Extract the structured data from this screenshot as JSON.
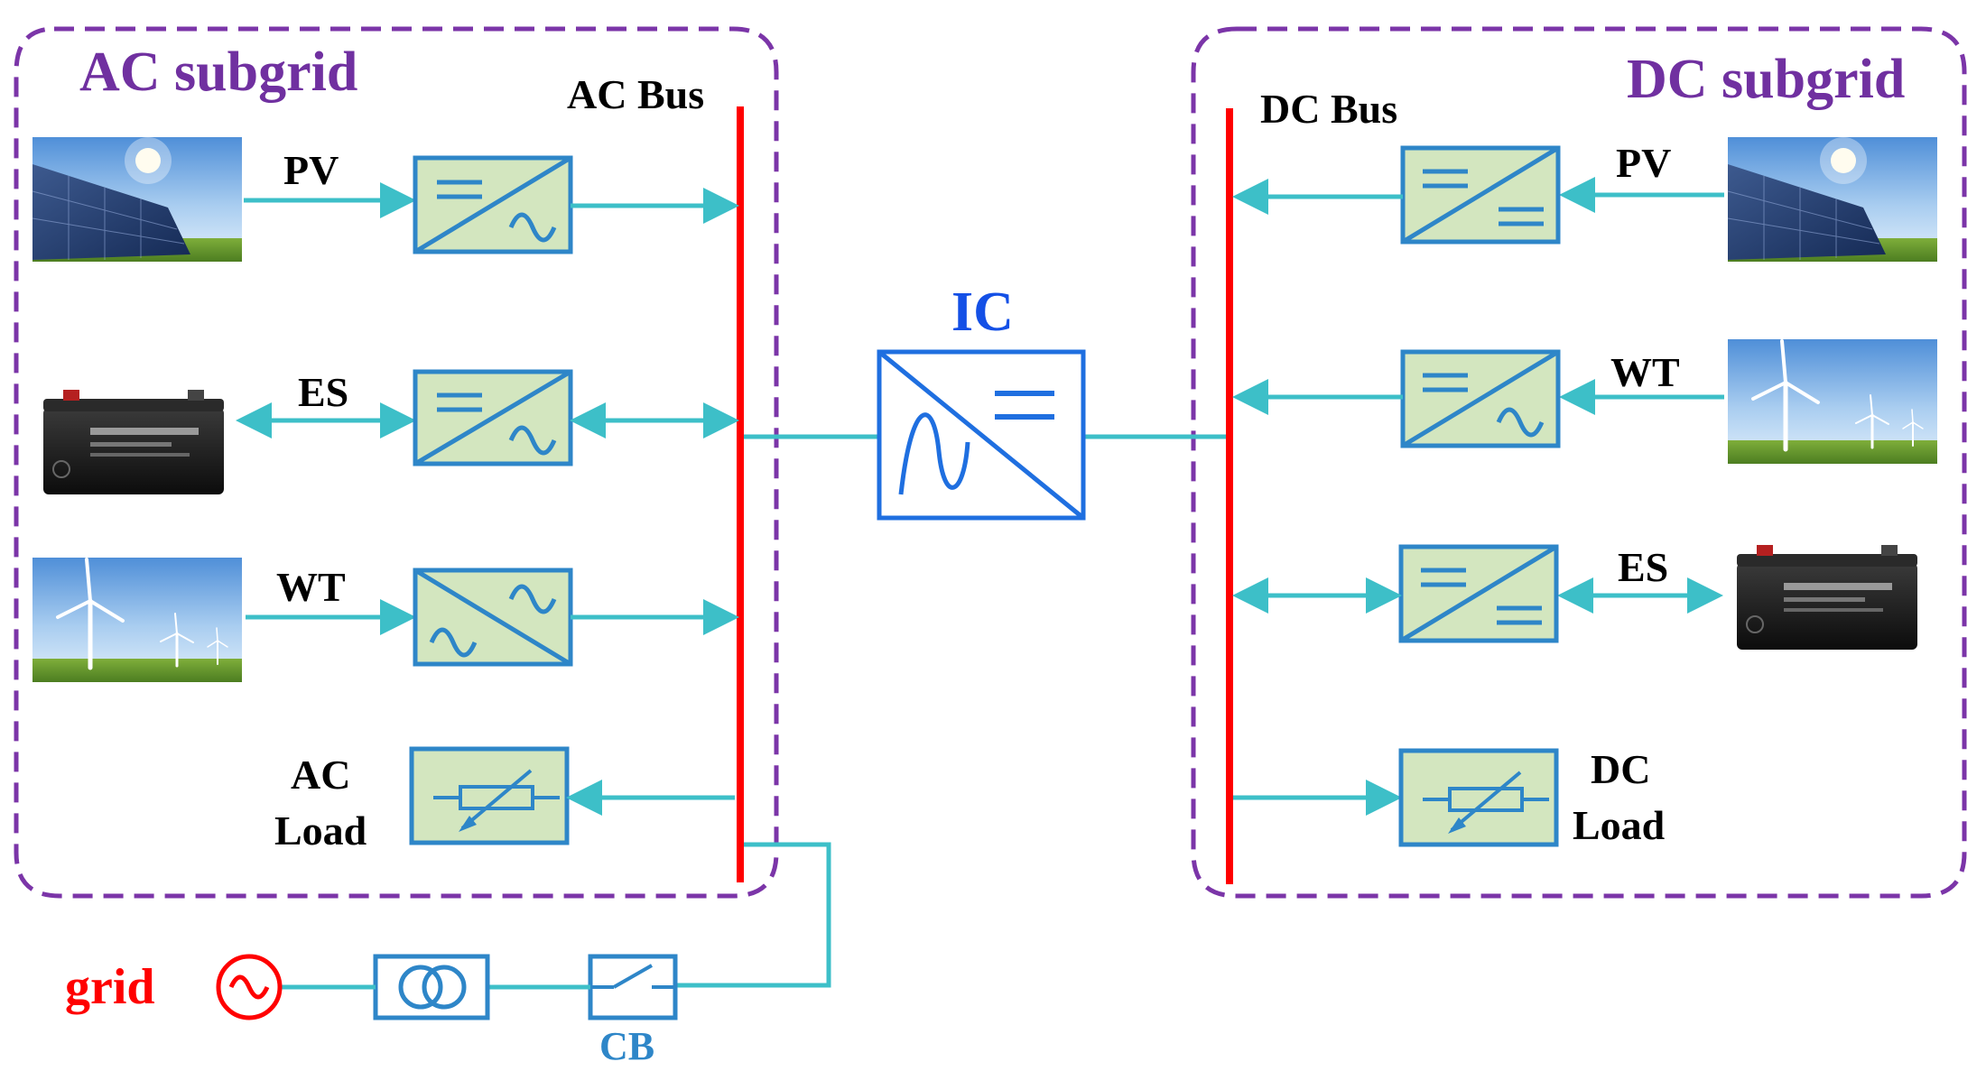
{
  "ac_subgrid": {
    "title": "AC subgrid",
    "bus_label": "AC Bus",
    "sources": [
      "PV",
      "ES",
      "WT"
    ],
    "load_label_line1": "AC",
    "load_label_line2": "Load"
  },
  "dc_subgrid": {
    "title": "DC subgrid",
    "bus_label": "DC Bus",
    "sources": [
      "PV",
      "WT",
      "ES"
    ],
    "load_label_line1": "DC",
    "load_label_line2": "Load"
  },
  "interlinking_converter": {
    "label": "IC"
  },
  "grid": {
    "label": "grid",
    "breaker_label": "CB"
  },
  "colors": {
    "subgrid_border": "#7b35a8",
    "subgrid_title": "#7030a0",
    "bus": "#ff0000",
    "line": "#3dbfc8",
    "converter_border": "#2e86c8",
    "converter_fill": "#d3e6bf",
    "ic_border": "#1f6fe0",
    "ic_label": "#1450e6",
    "grid_label": "#ff0000",
    "cb_label": "#2e86c8"
  },
  "icons": [
    "solar-panel-icon",
    "battery-icon",
    "wind-turbine-icon",
    "variable-resistor-icon",
    "ac-source-icon",
    "transformer-icon",
    "circuit-breaker-icon"
  ]
}
